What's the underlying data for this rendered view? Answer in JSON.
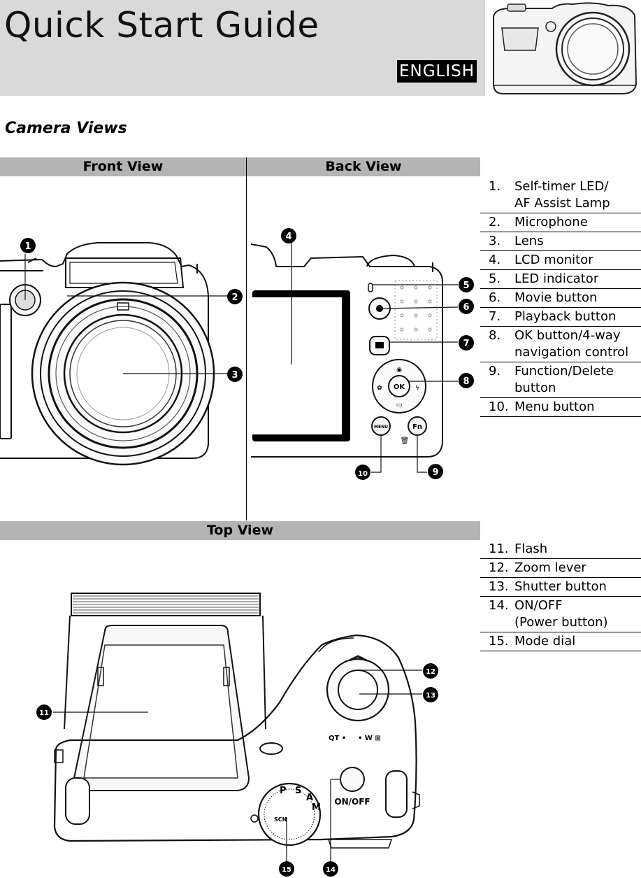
{
  "header": {
    "title": "Quick Start Guide",
    "language": "ENGLISH"
  },
  "section": {
    "title": "Camera Views"
  },
  "views": {
    "front": "Front View",
    "back": "Back View",
    "top": "Top View"
  },
  "callouts": [
    "1",
    "2",
    "3",
    "4",
    "5",
    "6",
    "7",
    "8",
    "9",
    "10",
    "11",
    "12",
    "13",
    "14",
    "15"
  ],
  "camera_labels": {
    "ok": "OK",
    "fn": "Fn",
    "menu": "MENU",
    "onoff": "ON/OFF",
    "zoom_t": "T",
    "zoom_w": "W",
    "dial_s": "S",
    "dial_a": "A",
    "dial_m": "M",
    "dial_p": "P",
    "dial_scn": "SCN"
  },
  "legend_front_back": [
    {
      "num": "1.",
      "text": "Self-timer LED/\nAF Assist Lamp"
    },
    {
      "num": "2.",
      "text": "Microphone"
    },
    {
      "num": "3.",
      "text": "Lens"
    },
    {
      "num": "4.",
      "text": "LCD monitor"
    },
    {
      "num": "5.",
      "text": "LED indicator"
    },
    {
      "num": "6.",
      "text": "Movie button"
    },
    {
      "num": "7.",
      "text": "Playback button"
    },
    {
      "num": "8.",
      "text": "OK button/4-way\nnavigation control"
    },
    {
      "num": "9.",
      "text": "Function/Delete\nbutton"
    },
    {
      "num": "10.",
      "text": "Menu button"
    }
  ],
  "legend_top": [
    {
      "num": "11.",
      "text": "Flash"
    },
    {
      "num": "12.",
      "text": "Zoom lever"
    },
    {
      "num": "13.",
      "text": "Shutter button"
    },
    {
      "num": "14.",
      "text": "ON/OFF\n(Power button)"
    },
    {
      "num": "15.",
      "text": "Mode dial"
    }
  ]
}
